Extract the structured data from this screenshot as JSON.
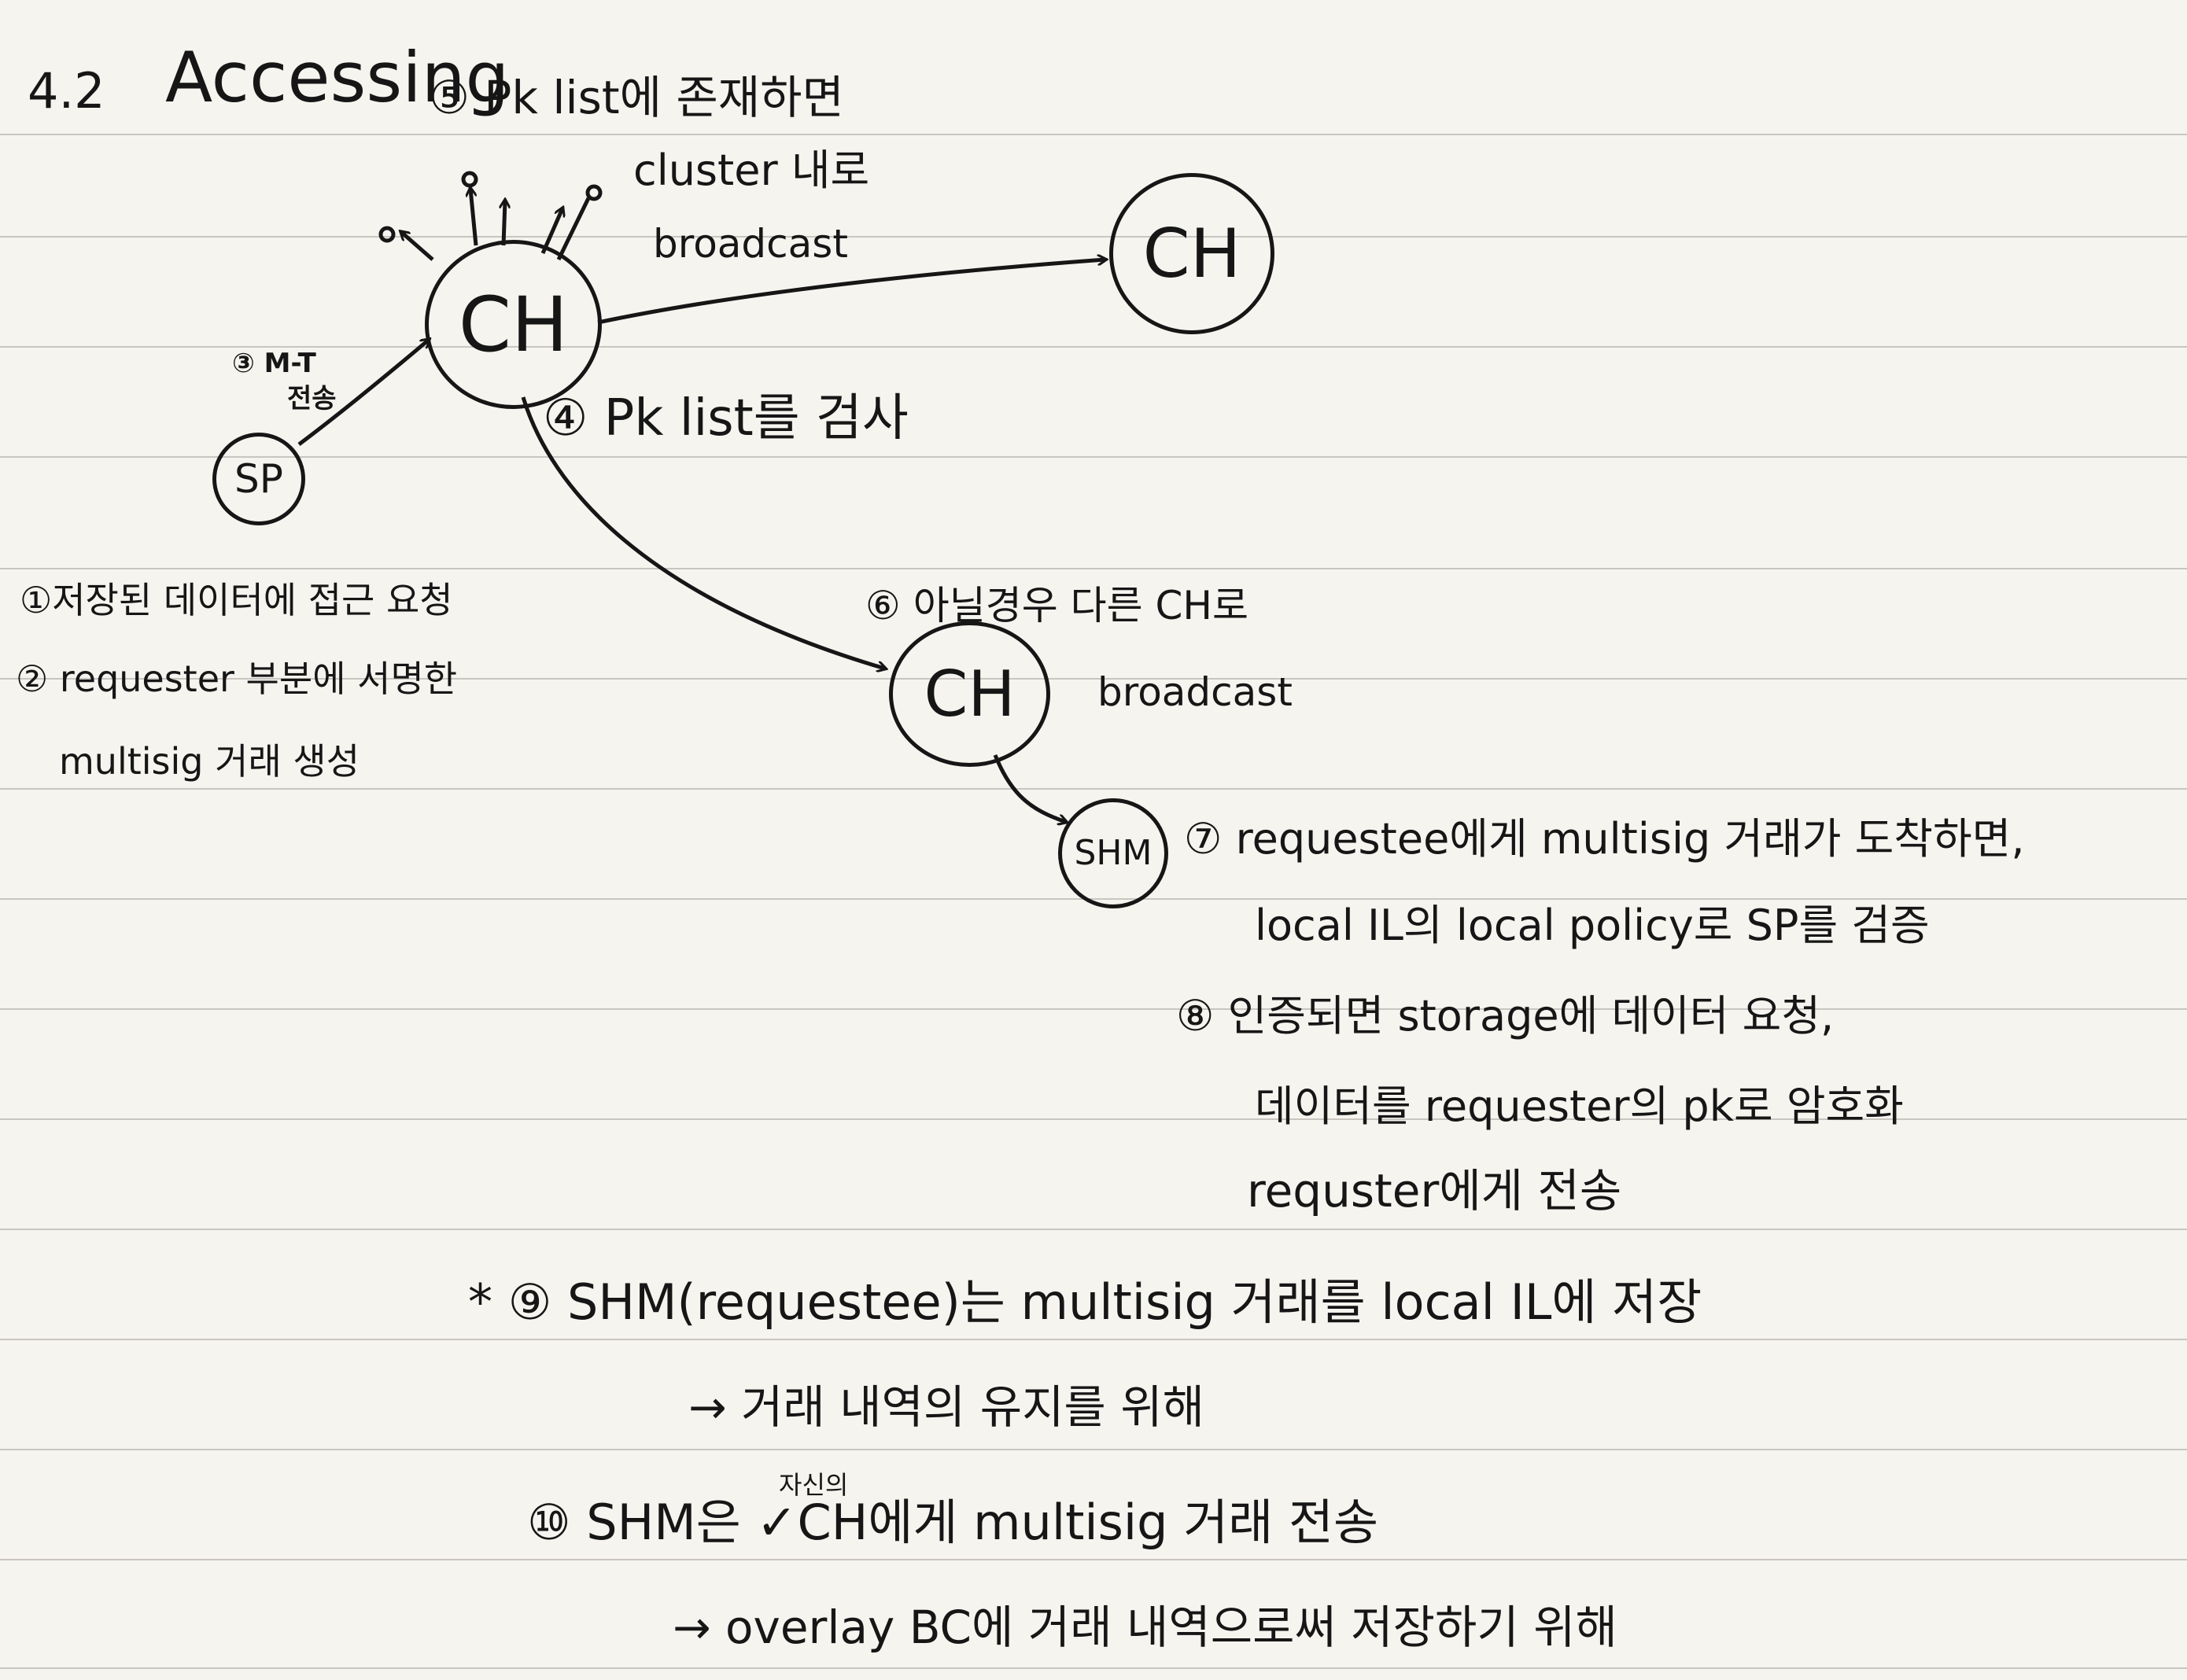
{
  "heading": {
    "number": "4.2",
    "title": "Accessing"
  },
  "nodes": {
    "ch_main": "CH",
    "ch_right": "CH",
    "ch_mid": "CH",
    "sp": "SP",
    "shm": "SHM"
  },
  "annotations": {
    "step5_line1": "⑤ Pk list에 존재하면",
    "step5_line2": "cluster 내로",
    "step5_line3": "broadcast",
    "step3_line1": "③ M-T",
    "step3_line2": "전송",
    "step4": "④ Pk list를 검사",
    "step6_line1": "⑥ 아닐경우 다른 CH로",
    "step6_line2": "broadcast",
    "step1": "①저장된 데이터에 접근 요청",
    "step2_line1": "② requester 부분에 서명한",
    "step2_line2": "multisig 거래 생성"
  },
  "notes": {
    "step7_line1": "⑦ requestee에게 multisig 거래가 도착하면,",
    "step7_line2": "local IL의 local policy로 SP를 검증",
    "step8_line1": "⑧ 인증되면 storage에 데이터 요청,",
    "step8_line2": "데이터를 requester의 pk로 암호화",
    "step8_line3": "requster에게 전송",
    "step9_line1": "* ⑨ SHM(requestee)는 multisig 거래를 local IL에 저장",
    "step9_line2": "→ 거래 내역의 유지를 위해",
    "step10_above": "자신의",
    "step10_line1": "⑩ SHM은 ✓CH에게 multisig 거래 전송",
    "step10_line2": "→ overlay BC에 거래 내역으로써 저장하기 위해"
  }
}
